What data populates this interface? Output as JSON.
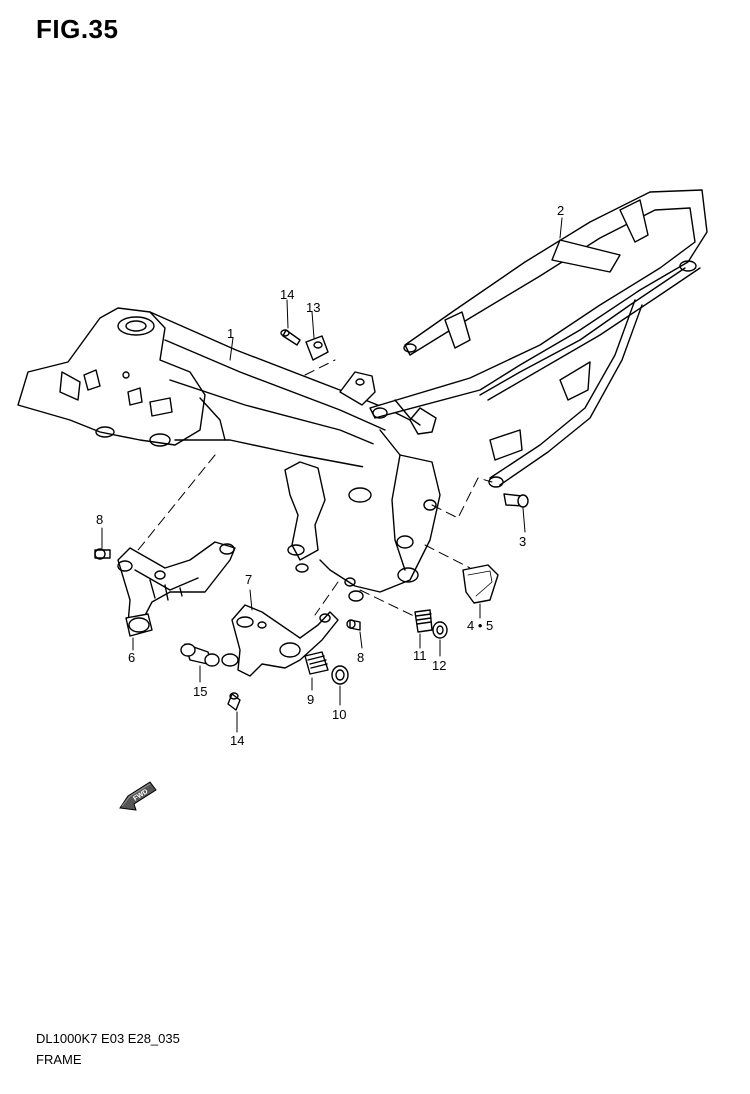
{
  "figure": {
    "title": "FIG.35"
  },
  "callouts": {
    "c1": "1",
    "c2": "2",
    "c3": "3",
    "c45": "4 • 5",
    "c6": "6",
    "c7": "7",
    "c8a": "8",
    "c8b": "8",
    "c9": "9",
    "c10": "10",
    "c11": "11",
    "c12": "12",
    "c13": "13",
    "c14a": "14",
    "c14b": "14",
    "c15": "15"
  },
  "fwd_arrow": {
    "label": "FWD",
    "icon": "fwd-arrow-icon"
  },
  "footer": {
    "code": "DL1000K7 E03 E28_035",
    "name": "FRAME"
  },
  "colors": {
    "ink": "#000000",
    "paper": "#ffffff",
    "shade": "#bdbdbd"
  }
}
